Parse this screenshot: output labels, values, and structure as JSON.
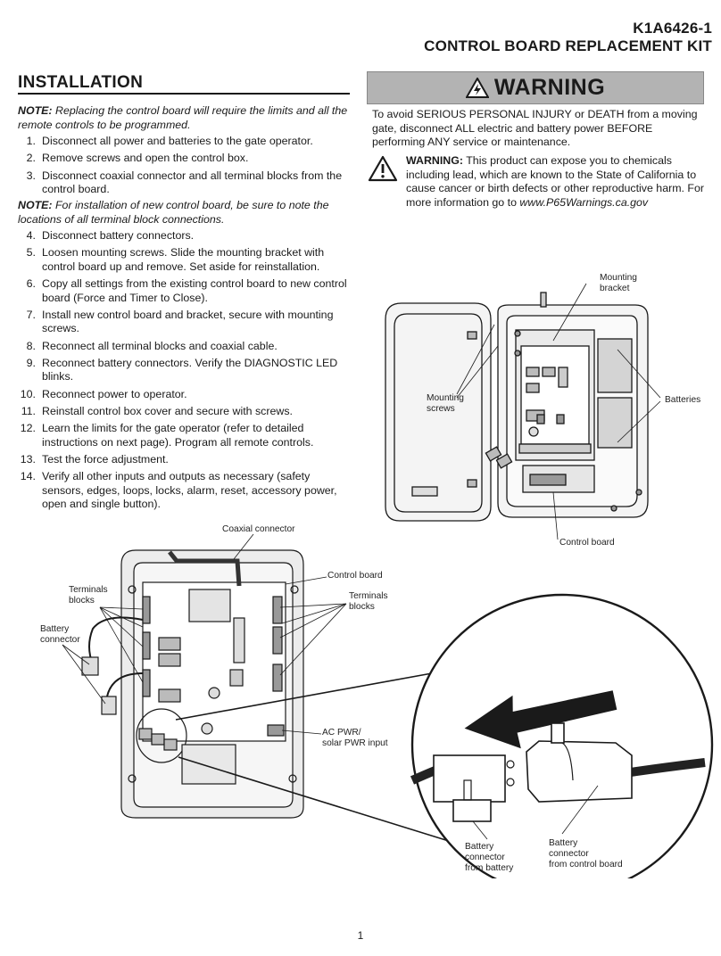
{
  "header": {
    "part_number": "K1A6426-1",
    "title": "CONTROL BOARD REPLACEMENT KIT"
  },
  "installation": {
    "heading": "INSTALLATION",
    "note1_label": "NOTE:",
    "note1_text": " Replacing the control board will require the limits and all the remote controls to be programmed.",
    "note2_label": "NOTE:",
    "note2_text": " For installation of new control board, be sure to note the locations of all terminal block connections.",
    "steps_a": [
      {
        "num": "1.",
        "text": "Disconnect all power and batteries to the gate operator."
      },
      {
        "num": "2.",
        "text": "Remove screws and open the control box."
      },
      {
        "num": "3.",
        "text": "Disconnect coaxial connector and all terminal blocks from the control board."
      }
    ],
    "steps_b": [
      {
        "num": "4.",
        "text": "Disconnect battery connectors."
      },
      {
        "num": "5.",
        "text": "Loosen mounting screws. Slide the mounting bracket with control board up and remove. Set aside for reinstallation."
      },
      {
        "num": "6.",
        "text": "Copy all settings from the existing control board to new control board (Force and Timer to Close)."
      },
      {
        "num": "7.",
        "text": "Install new control board and bracket, secure with mounting screws."
      },
      {
        "num": "8.",
        "text": "Reconnect all terminal blocks and coaxial cable."
      },
      {
        "num": "9.",
        "text": "Reconnect battery connectors. Verify the DIAGNOSTIC LED blinks."
      },
      {
        "num": "10.",
        "text": "Reconnect power to operator."
      },
      {
        "num": "11.",
        "text": "Reinstall control box cover and secure with screws."
      },
      {
        "num": "12.",
        "text": "Learn the limits for the gate operator (refer to detailed instructions on next page). Program all remote controls."
      },
      {
        "num": "13.",
        "text": "Test the force adjustment."
      },
      {
        "num": "14.",
        "text": "Verify all other inputs and outputs as necessary (safety sensors, edges, loops, locks, alarm, reset, accessory power, open and single button)."
      }
    ]
  },
  "warning": {
    "title": "WARNING",
    "text": "To avoid SERIOUS PERSONAL INJURY or DEATH from a moving gate, disconnect ALL electric and battery power BEFORE performing ANY service or maintenance.",
    "p65_label": "WARNING:",
    "p65_text": " This product can expose you to chemicals including lead, which are known to the State of California to cause cancer or birth defects or other reproductive harm. For more information go to ",
    "p65_url": "www.P65Warnings.ca.gov"
  },
  "figure_box": {
    "mounting_bracket": [
      "Mounting",
      "bracket"
    ],
    "mounting_screws": [
      "Mounting",
      "screws"
    ],
    "batteries": "Batteries",
    "control_board": "Control board"
  },
  "figure_board": {
    "coaxial_connector": "Coaxial connector",
    "control_board": "Control board",
    "terminals_blocks_left": [
      "Terminals",
      "blocks"
    ],
    "terminals_blocks_right": [
      "Terminals",
      "blocks"
    ],
    "battery_connector": [
      "Battery",
      "connector"
    ],
    "ac_pwr": [
      "AC PWR/",
      "solar PWR input"
    ],
    "from_battery": [
      "Battery",
      "connector",
      "from battery"
    ],
    "from_control_board": [
      "Battery",
      "connector",
      "from control board"
    ]
  },
  "page_number": "1",
  "colors": {
    "warning_banner": "#b3b3b3",
    "text": "#1a1a1a"
  }
}
